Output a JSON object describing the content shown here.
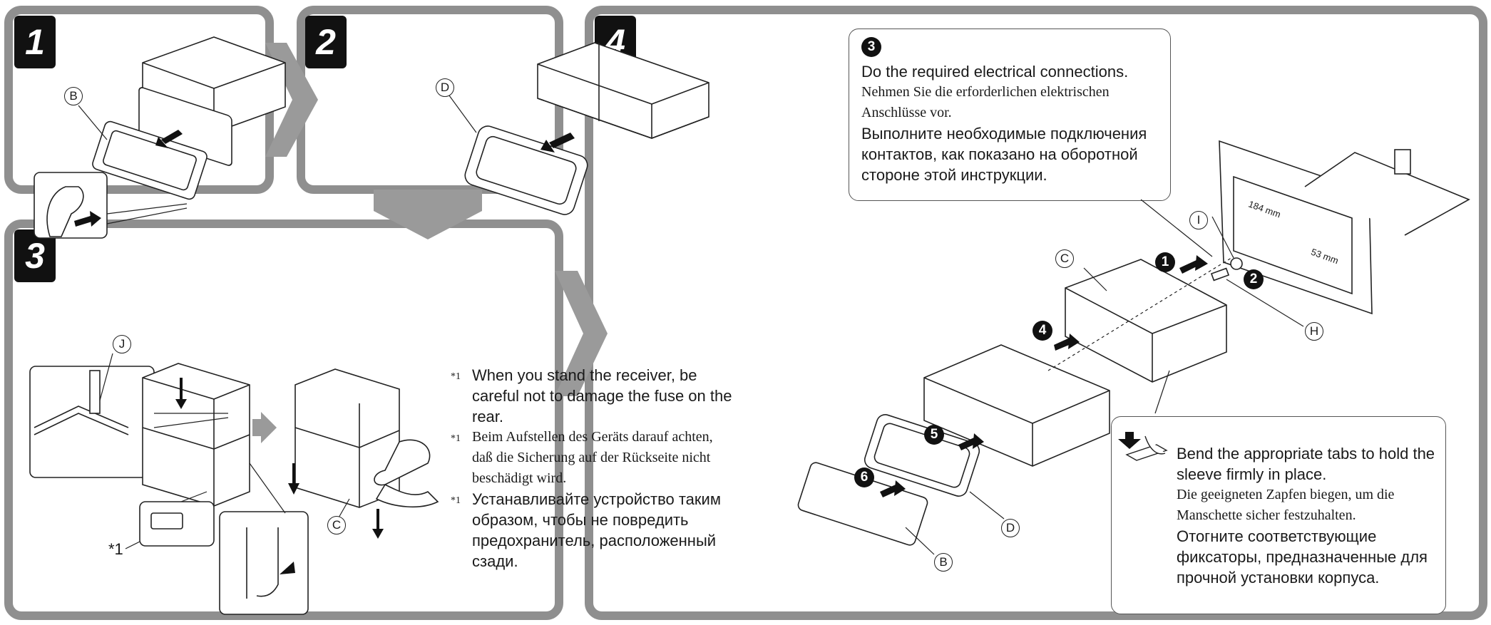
{
  "steps": {
    "s1": "1",
    "s2": "2",
    "s3": "3",
    "s4": "4"
  },
  "labels": {
    "B": "B",
    "C": "C",
    "D": "D",
    "H": "H",
    "I": "I",
    "J": "J",
    "star1": "*1"
  },
  "step_marks": {
    "m1": "1",
    "m2": "2",
    "m3": "3",
    "m4": "4",
    "m5": "5",
    "m6": "6"
  },
  "dimensions": {
    "width": "184 mm",
    "height": "53 mm"
  },
  "note": {
    "marker": "*1",
    "en": "When you stand the receiver, be careful not to damage the fuse on the rear.",
    "de": "Beim Aufstellen des Geräts darauf achten, daß die Sicherung auf der Rückseite nicht beschädigt wird.",
    "ru": "Устанавливайте устройство таким образом, чтобы не повредить предохранитель, расположенный сзади."
  },
  "callout_top": {
    "en": "Do the required electrical connections.",
    "de": "Nehmen Sie die erforderlichen elektrischen Anschlüsse vor.",
    "ru": "Выполните необходимые подключения контактов, как показано на оборотной стороне этой инструкции."
  },
  "callout_bottom": {
    "en": "Bend the appropriate tabs to hold the sleeve firmly in place.",
    "de": "Die geeigneten Zapfen biegen, um die Manschette sicher festzuhalten.",
    "ru": "Отогните соответствующие фиксаторы, предназначенные для прочной установки корпуса."
  },
  "colors": {
    "frame": "#8f8f8f",
    "badge": "#111111",
    "arrow": "#9a9a9a"
  }
}
